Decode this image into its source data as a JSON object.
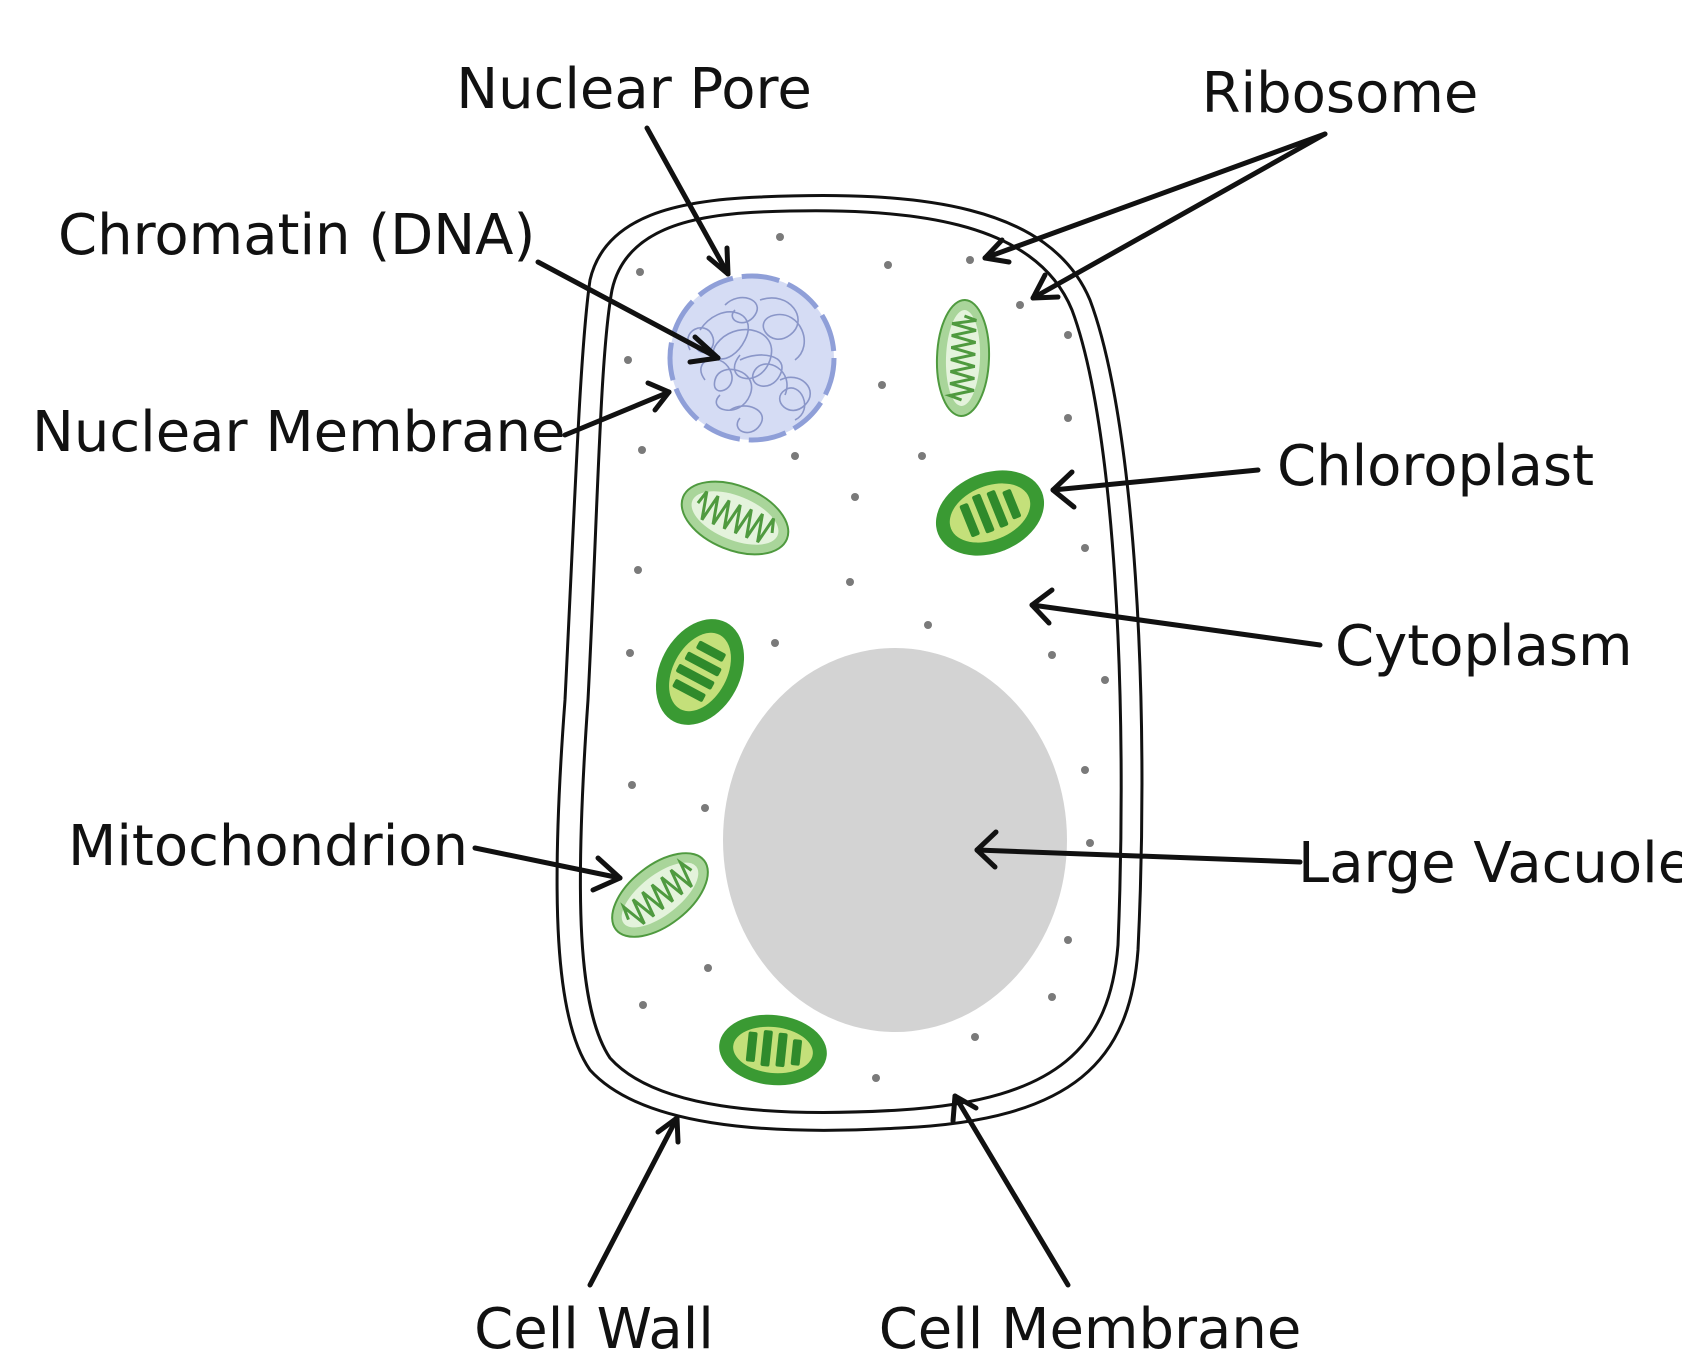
{
  "labels": {
    "nuclear_pore": "Nuclear Pore",
    "ribosome": "Ribosome",
    "chromatin": "Chromatin (DNA)",
    "nuclear_membrane": "Nuclear Membrane",
    "chloroplast": "Chloroplast",
    "cytoplasm": "Cytoplasm",
    "mitochondrion": "Mitochondrion",
    "large_vacuole": "Large Vacuole",
    "cell_wall": "Cell Wall",
    "cell_membrane": "Cell Membrane"
  },
  "colors": {
    "nucleus_fill": "#d5dcf4",
    "nucleus_border": "#8f9fd8",
    "vacuole": "#d3d3d3",
    "mito_outer": "#a9d59a",
    "mito_inner": "#e4f3dc",
    "mito_line": "#4f9a3f",
    "chloro_outer": "#3a9a33",
    "chloro_inner": "#c4e07a",
    "chloro_stack": "#2f8a2b"
  }
}
